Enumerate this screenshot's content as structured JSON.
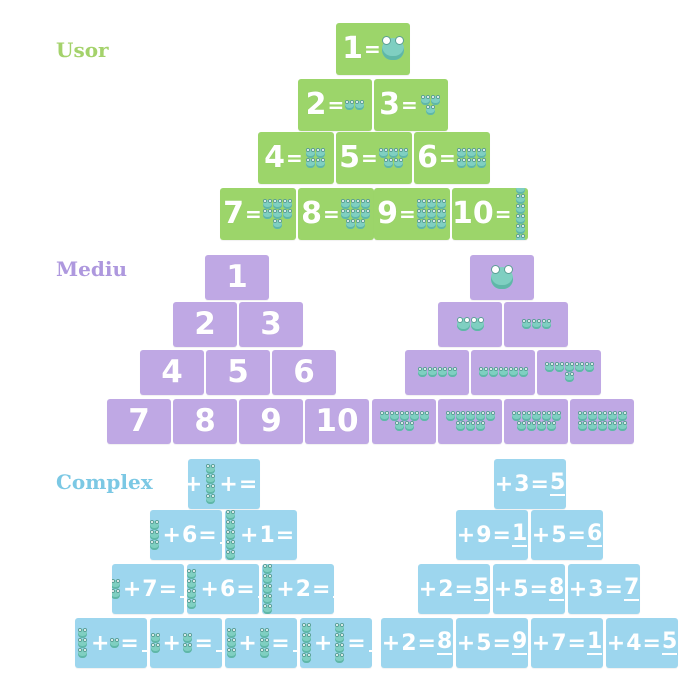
{
  "levels": {
    "easy": {
      "label": "Usor",
      "color": "#a4d26b"
    },
    "medium": {
      "label": "Mediu",
      "color": "#ae98de"
    },
    "complex": {
      "label": "Complex",
      "color": "#7bc8e4"
    }
  },
  "green_cards": [
    {
      "num": "1",
      "frogs": 1
    },
    {
      "num": "2",
      "frogs": 2
    },
    {
      "num": "3",
      "frogs": 3
    },
    {
      "num": "4",
      "frogs": 4
    },
    {
      "num": "5",
      "frogs": 5
    },
    {
      "num": "6",
      "frogs": 6
    },
    {
      "num": "7",
      "frogs": 7
    },
    {
      "num": "8",
      "frogs": 8
    },
    {
      "num": "9",
      "frogs": 9
    },
    {
      "num": "10",
      "frogs": 10
    }
  ],
  "purple_numbers": [
    "1",
    "2",
    "3",
    "4",
    "5",
    "6",
    "7",
    "8",
    "9",
    "10"
  ],
  "purple_frog_cards": [
    1,
    2,
    3,
    4,
    5,
    6,
    7,
    8,
    9,
    10
  ],
  "blue_left": [
    {
      "frogs": 4,
      "op": "+",
      "text": "="
    },
    {
      "frogs": 3,
      "op": "+",
      "num": "6",
      "text": "="
    },
    {
      "frogs": 7,
      "op": "+",
      "num": "1",
      "text": "="
    },
    {
      "frogs": 2,
      "op": "+",
      "num": "7",
      "text": "="
    },
    {
      "frogs": 4,
      "op": "+",
      "num": "6",
      "text": "="
    },
    {
      "frogs": 5,
      "op": "+",
      "num": "2",
      "text": "="
    },
    {
      "frogs": 3,
      "op": "+",
      "frogs2": 1,
      "text": "="
    },
    {
      "frogs": 2,
      "op": "+",
      "frogs2": 2,
      "text": "="
    },
    {
      "frogs": 3,
      "op": "+",
      "frogs2": 3,
      "text": "="
    },
    {
      "frogs": 4,
      "op": "+",
      "frogs2": 4,
      "text": "="
    }
  ],
  "blue_right": [
    {
      "a": "3",
      "b": "5"
    },
    {
      "a": "9",
      "b": "1"
    },
    {
      "a": "5",
      "b": "6"
    },
    {
      "a": "2",
      "b": "5"
    },
    {
      "a": "5",
      "b": "8"
    },
    {
      "a": "3",
      "b": "7"
    },
    {
      "a": "2",
      "b": "8"
    },
    {
      "a": "5",
      "b": "9"
    },
    {
      "a": "7",
      "b": "1"
    },
    {
      "a": "4",
      "b": "5"
    }
  ],
  "symbols": {
    "plus": "+",
    "equals": "="
  }
}
